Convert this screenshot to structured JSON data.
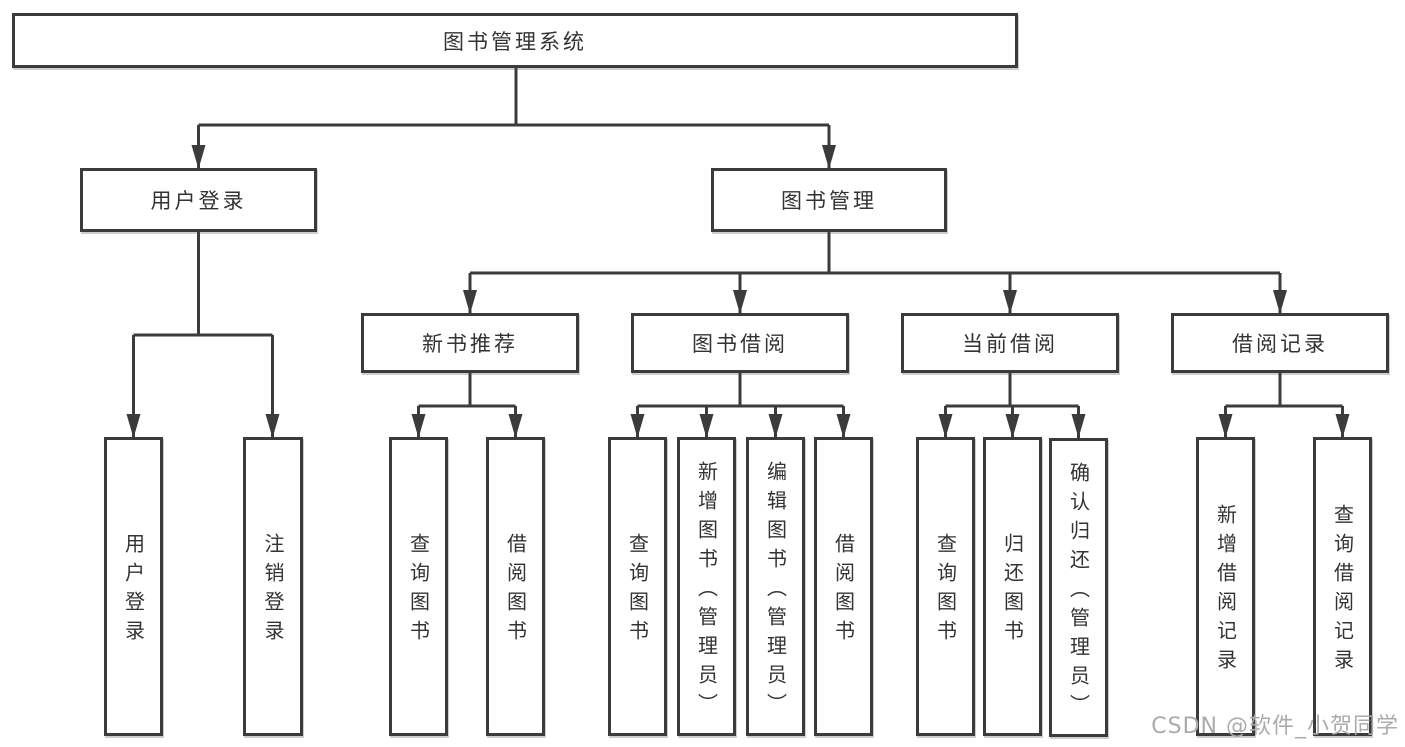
{
  "diagram": {
    "type": "hierarchy-tree",
    "title": "图书管理系统",
    "colors": {
      "background": "#ffffff",
      "box_border": "#3b3b3b",
      "line": "#3b3b3b",
      "text": "#333333",
      "watermark": "#ababab"
    }
  },
  "tree": {
    "label": "图书管理系统",
    "children": [
      {
        "label": "用户登录",
        "children": [
          {
            "label": "用户登录"
          },
          {
            "label": "注销登录"
          }
        ]
      },
      {
        "label": "图书管理",
        "children": [
          {
            "label": "新书推荐",
            "children": [
              {
                "label": "查询图书"
              },
              {
                "label": "借阅图书"
              }
            ]
          },
          {
            "label": "图书借阅",
            "children": [
              {
                "label": "查询图书"
              },
              {
                "label": "新增图书（管理员）"
              },
              {
                "label": "编辑图书（管理员）"
              },
              {
                "label": "借阅图书"
              }
            ]
          },
          {
            "label": "当前借阅",
            "children": [
              {
                "label": "查询图书"
              },
              {
                "label": "归还图书"
              },
              {
                "label": "确认归还（管理员）"
              }
            ]
          },
          {
            "label": "借阅记录",
            "children": [
              {
                "label": "新增借阅记录"
              },
              {
                "label": "查询借阅记录"
              }
            ]
          }
        ]
      }
    ]
  },
  "watermark": {
    "text": "CSDN @软件_小贺同学"
  }
}
